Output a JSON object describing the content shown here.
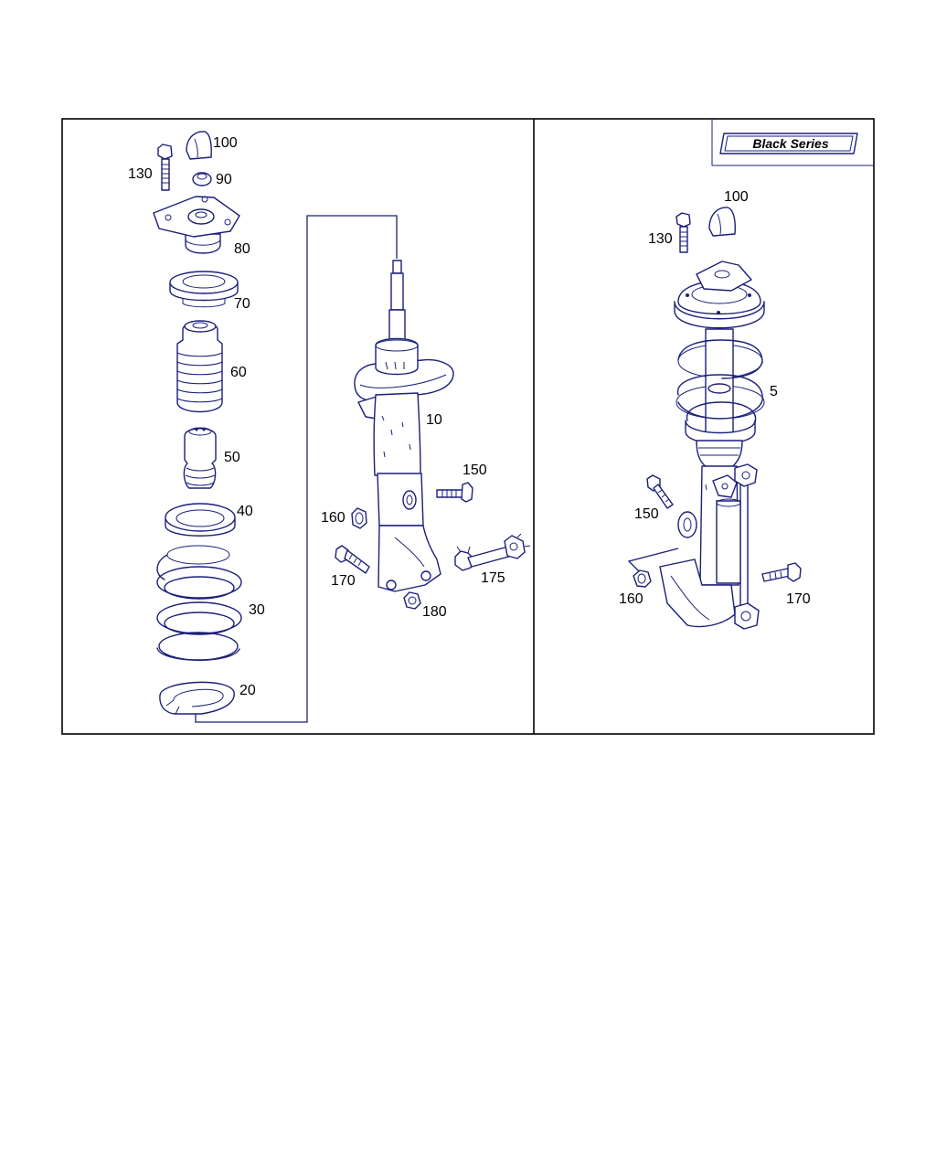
{
  "badge": {
    "text": "Black Series"
  },
  "left_panel": {
    "labels": {
      "p100": "100",
      "p130": "130",
      "p90": "90",
      "p80": "80",
      "p70": "70",
      "p60": "60",
      "p50": "50",
      "p40": "40",
      "p30": "30",
      "p20": "20",
      "p10": "10",
      "p150": "150",
      "p160": "160",
      "p170": "170",
      "p175": "175",
      "p180": "180"
    }
  },
  "right_panel": {
    "labels": {
      "p100": "100",
      "p130": "130",
      "p5": "5",
      "p150": "150",
      "p160": "160",
      "p170": "170"
    }
  },
  "colors": {
    "line": "#1a1f78",
    "frame": "#000000",
    "background": "#ffffff"
  }
}
